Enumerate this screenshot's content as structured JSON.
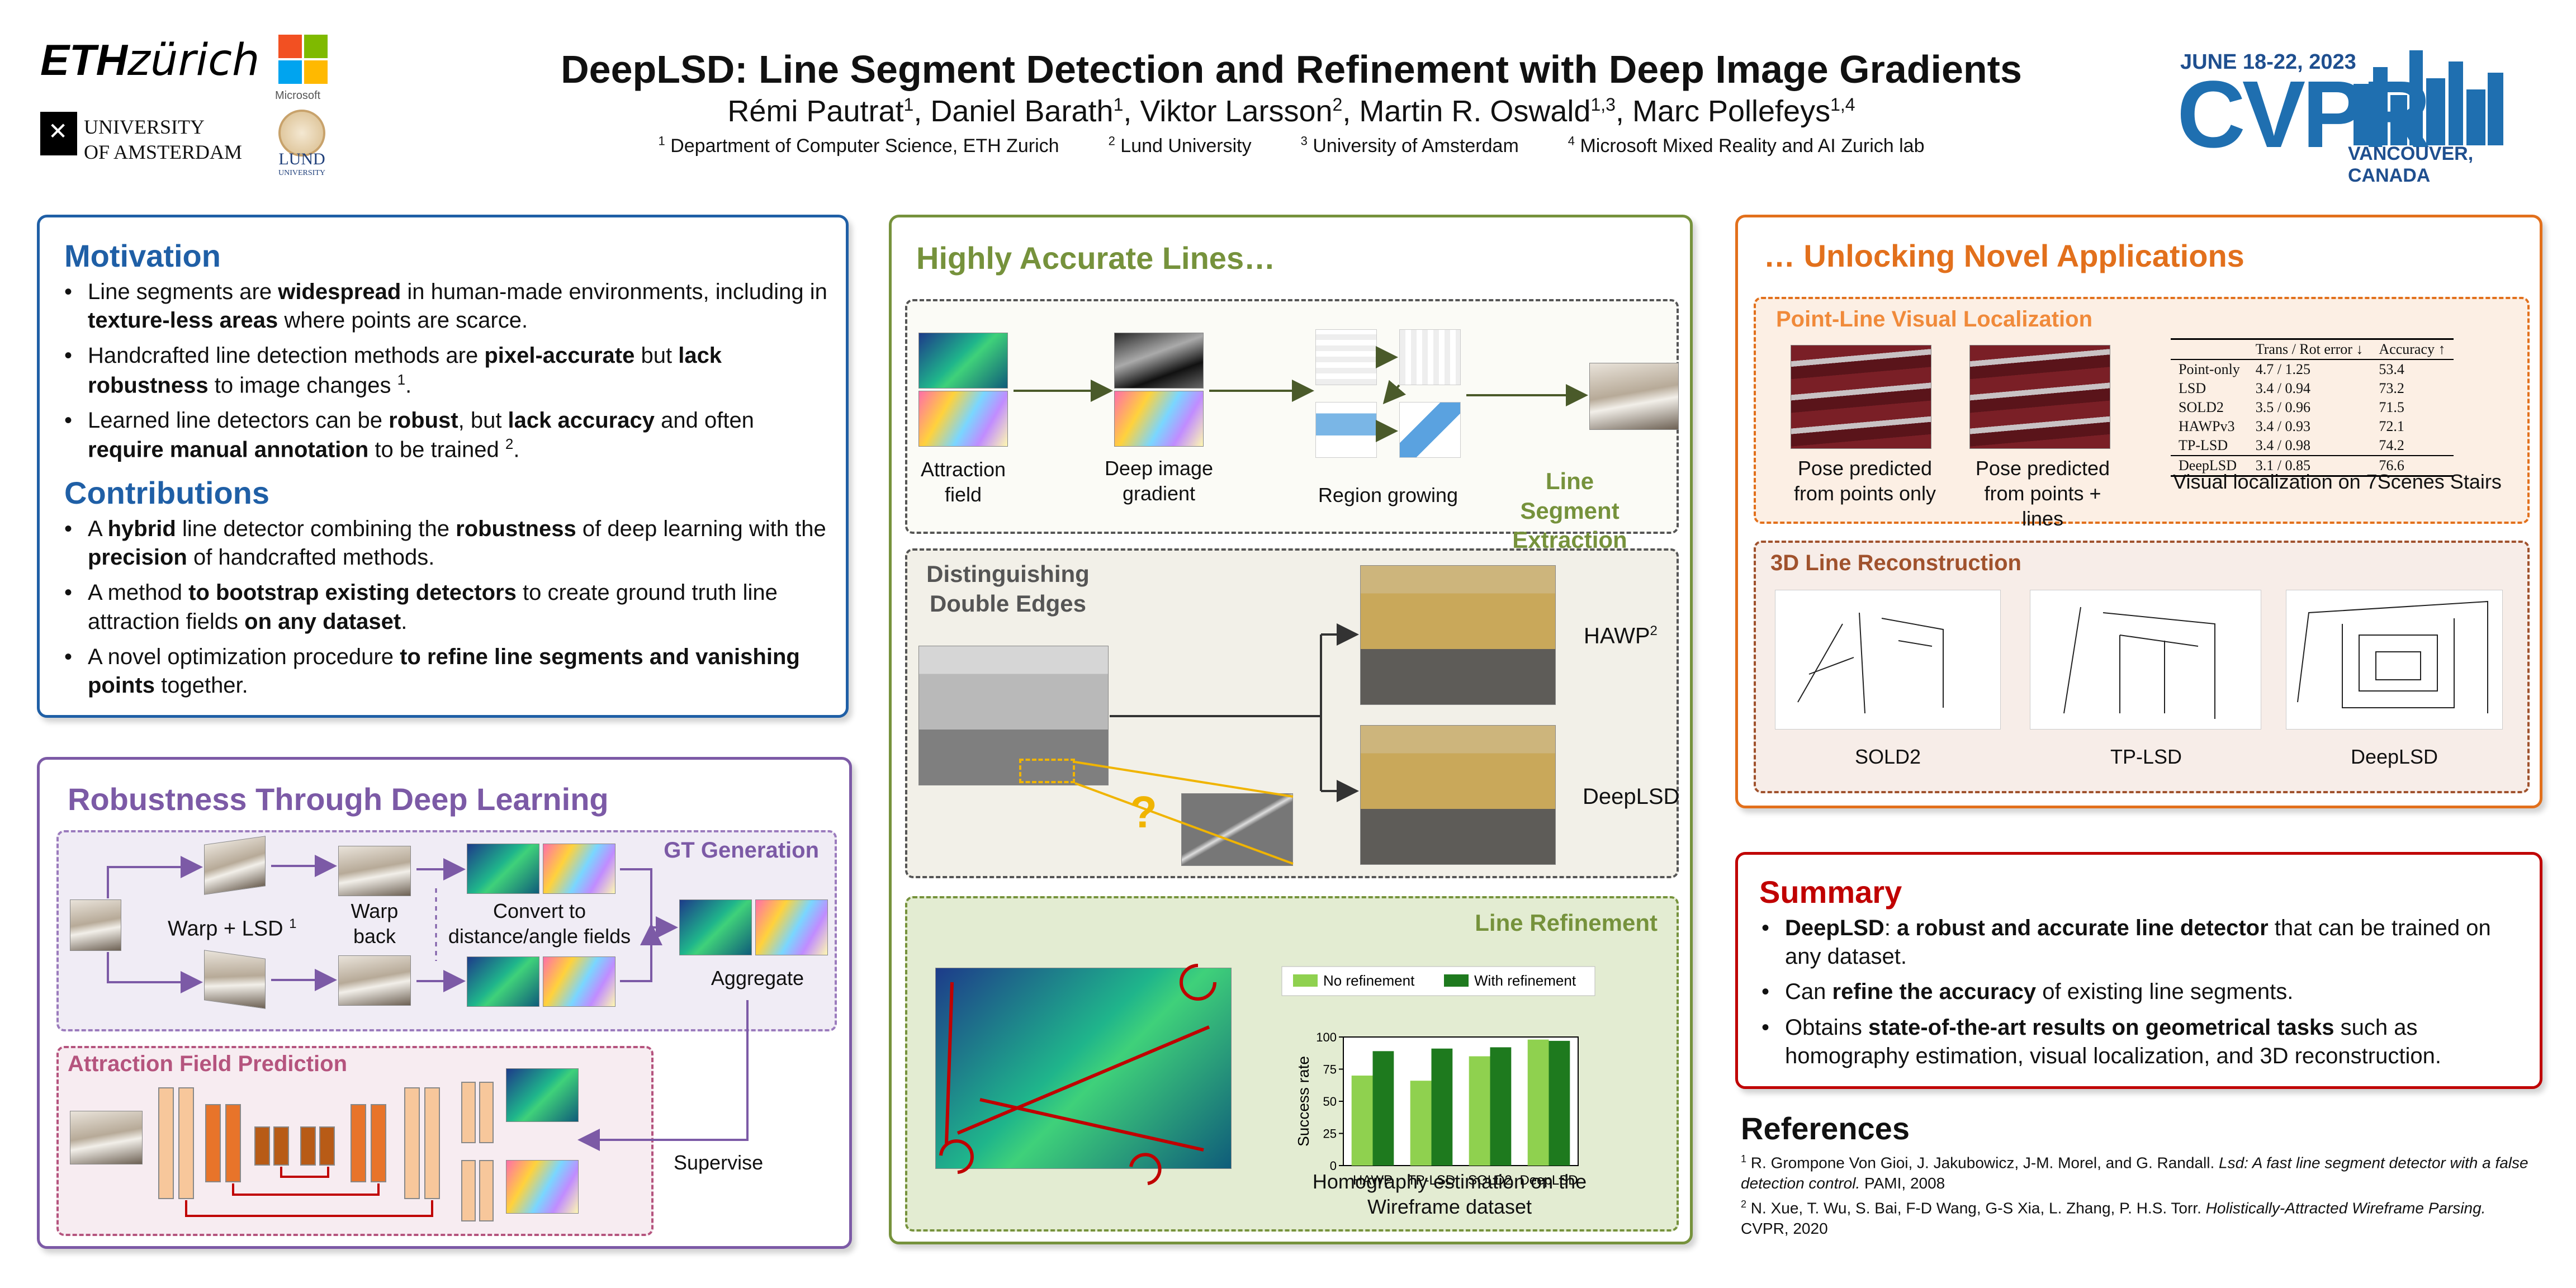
{
  "header": {
    "title": "DeepLSD: Line Segment Detection and Refinement with Deep Image Gradients",
    "authors": [
      {
        "name": "Rémi Pautrat",
        "sup": "1"
      },
      {
        "name": "Daniel Barath",
        "sup": "1"
      },
      {
        "name": "Viktor Larsson",
        "sup": "2"
      },
      {
        "name": "Martin R. Oswald",
        "sup": "1,3"
      },
      {
        "name": "Marc Pollefeys",
        "sup": "1,4"
      }
    ],
    "affiliations": [
      {
        "sup": "1",
        "text": "Department of Computer Science, ETH Zurich"
      },
      {
        "sup": "2",
        "text": "Lund University"
      },
      {
        "sup": "3",
        "text": "University of Amsterdam"
      },
      {
        "sup": "4",
        "text": "Microsoft Mixed Reality and AI Zurich lab"
      }
    ],
    "logos": {
      "eth_bold": "ETH",
      "eth_light": "zürich",
      "microsoft": "Microsoft",
      "uva_1": "UNIVERSITY",
      "uva_2": "OF AMSTERDAM",
      "lund_1": "LUND",
      "lund_2": "UNIVERSITY",
      "cvpr_dates": "JUNE 18-22, 2023",
      "cvpr": "CVPR",
      "cvpr_place": "VANCOUVER, CANADA"
    }
  },
  "colors": {
    "blue": "#1f5fa6",
    "purple": "#7c5aa6",
    "green": "#76923c",
    "orange": "#e2701c",
    "red": "#c00000",
    "pink": "#b5547e",
    "brown": "#a0522d"
  },
  "motivation": {
    "title": "Motivation",
    "items": [
      [
        {
          "t": "Line segments are "
        },
        {
          "t": "widespread",
          "b": true
        },
        {
          "t": " in human-made environments, including in "
        },
        {
          "t": "texture-less areas",
          "b": true
        },
        {
          "t": " where points are scarce."
        }
      ],
      [
        {
          "t": "Handcrafted line detection methods are "
        },
        {
          "t": "pixel-accurate",
          "b": true
        },
        {
          "t": " but "
        },
        {
          "t": "lack robustness",
          "b": true
        },
        {
          "t": " to image changes "
        },
        {
          "t": "1",
          "sup": true
        },
        {
          "t": "."
        }
      ],
      [
        {
          "t": "Learned line detectors can be "
        },
        {
          "t": "robust",
          "b": true
        },
        {
          "t": ", but "
        },
        {
          "t": "lack accuracy",
          "b": true
        },
        {
          "t": " and often "
        },
        {
          "t": "require manual annotation",
          "b": true
        },
        {
          "t": " to be trained "
        },
        {
          "t": "2",
          "sup": true
        },
        {
          "t": "."
        }
      ]
    ]
  },
  "contributions": {
    "title": "Contributions",
    "items": [
      [
        {
          "t": "A "
        },
        {
          "t": "hybrid",
          "b": true
        },
        {
          "t": " line detector combining the "
        },
        {
          "t": "robustness",
          "b": true
        },
        {
          "t": " of deep learning with the "
        },
        {
          "t": "precision",
          "b": true
        },
        {
          "t": " of handcrafted methods."
        }
      ],
      [
        {
          "t": "A method "
        },
        {
          "t": "to bootstrap existing detectors",
          "b": true
        },
        {
          "t": " to create ground truth line attraction fields "
        },
        {
          "t": "on any dataset",
          "b": true
        },
        {
          "t": "."
        }
      ],
      [
        {
          "t": "A novel optimization procedure "
        },
        {
          "t": "to refine line segments and vanishing points",
          "b": true
        },
        {
          "t": " together."
        }
      ]
    ]
  },
  "robustness": {
    "title": "Robustness Through Deep Learning",
    "gt_title": "GT Generation",
    "warp_lsd": "Warp + LSD",
    "warp_lsd_sup": "1",
    "warp_back": "Warp back",
    "convert": "Convert to distance/angle fields",
    "aggregate": "Aggregate",
    "afp_title": "Attraction Field Prediction",
    "supervise": "Supervise"
  },
  "accurate": {
    "title": "Highly Accurate Lines…",
    "attraction_field": "Attraction field",
    "deep_gradient": "Deep image gradient",
    "region_growing": "Region growing",
    "lse": "Line Segment Extraction",
    "double_edges": "Distinguishing Double Edges",
    "question": "?",
    "hawp": "HAWP",
    "hawp_sup": "2",
    "deeplsd": "DeepLSD",
    "refine_title": "Line Refinement",
    "caption": "Homography estimation on the Wireframe dataset"
  },
  "chart_data": {
    "type": "bar",
    "categories": [
      "HAWP",
      "TP-LSD",
      "SOLD2",
      "DeepLSD"
    ],
    "series": [
      {
        "name": "No refinement",
        "values": [
          70,
          66,
          85,
          98
        ],
        "color": "#8fd14f"
      },
      {
        "name": "With refinement",
        "values": [
          89,
          91,
          92,
          97
        ],
        "color": "#1e7a1e"
      }
    ],
    "ylabel": "Success rate",
    "yticks": [
      0,
      25,
      50,
      75,
      100
    ],
    "ylim": [
      0,
      100
    ]
  },
  "applications": {
    "title": "… Unlocking Novel Applications",
    "pl_title": "Point-Line Visual Localization",
    "pose_points": "Pose predicted from points only",
    "pose_lines": "Pose predicted from points + lines",
    "table_caption": "Visual localization on 7Scenes Stairs",
    "table_headers": [
      "",
      "Trans / Rot error ↓",
      "Accuracy ↑"
    ],
    "table_rows": [
      [
        "Point-only",
        "4.7 / 1.25",
        "53.4"
      ],
      [
        "LSD",
        "3.4 / 0.94",
        "73.2"
      ],
      [
        "SOLD2",
        "3.5 / 0.96",
        "71.5"
      ],
      [
        "HAWPv3",
        "3.4 / 0.93",
        "72.1"
      ],
      [
        "TP-LSD",
        "3.4 / 0.98",
        "74.2"
      ],
      [
        "DeepLSD",
        "3.1 / 0.85",
        "76.6"
      ]
    ],
    "recon_title": "3D Line Reconstruction",
    "recon_labels": [
      "SOLD2",
      "TP-LSD",
      "DeepLSD"
    ]
  },
  "summary": {
    "title": "Summary",
    "items": [
      [
        {
          "t": "DeepLSD",
          "b": true
        },
        {
          "t": ": "
        },
        {
          "t": "a robust and accurate line detector",
          "b": true
        },
        {
          "t": " that can be trained on any dataset."
        }
      ],
      [
        {
          "t": "Can "
        },
        {
          "t": "refine the accuracy",
          "b": true
        },
        {
          "t": " of existing line segments."
        }
      ],
      [
        {
          "t": "Obtains "
        },
        {
          "t": "state-of-the-art results on geometrical tasks",
          "b": true
        },
        {
          "t": " such as homography estimation, visual localization, and 3D reconstruction."
        }
      ]
    ]
  },
  "references": {
    "title": "References",
    "items": [
      {
        "sup": "1",
        "text": "R. Grompone Von Gioi,  J. Jakubowicz,  J-M. Morel, and G. Randall. ",
        "italic": "Lsd: A fast line segment detector with a false detection control.",
        "tail": " PAMI, 2008"
      },
      {
        "sup": "2",
        "text": "N. Xue, T. Wu, S. Bai, F-D Wang, G-S Xia, L. Zhang, P. H.S. Torr. ",
        "italic": "Holistically-Attracted Wireframe Parsing.",
        "tail": " CVPR, 2020"
      }
    ]
  }
}
